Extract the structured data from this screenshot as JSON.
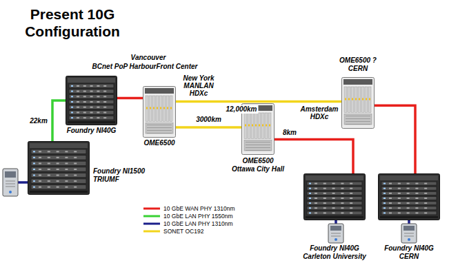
{
  "diagram": {
    "title": "Present 10G Configuration",
    "nodes": [
      {
        "text": [
          "Foundry NI40G"
        ]
      },
      {
        "text": [
          "OME6500"
        ]
      },
      {
        "text": [
          "OME6500 ? CERN"
        ]
      },
      {
        "text": [
          "OME6500 Ottawa City Hall"
        ]
      },
      {
        "text": [
          "Foundry NI1500 TRIUMF"
        ]
      },
      {
        "text": [
          "Foundry NI40G Carleton University"
        ]
      },
      {
        "text": [
          "Foundry NI40G CERN"
        ]
      }
    ],
    "edges": [
      {
        "from": 4,
        "to": 0,
        "arrow": "none",
        "label": "22km"
      },
      {
        "from": 0,
        "to": 1,
        "arrow": "none"
      },
      {
        "from": 1,
        "to": 2,
        "arrow": "none",
        "label": "12,000km"
      },
      {
        "from": 1,
        "to": 3,
        "arrow": "none",
        "label": "3000km"
      },
      {
        "from": 3,
        "to": 5,
        "arrow": "none",
        "label": "8km"
      },
      {
        "from": 2,
        "to": 6,
        "arrow": "none"
      }
    ],
    "labels": [
      "Vancouver",
      "BCnet PoP HarbourFront Center",
      "New York MANLAN HDXc",
      "Amsterdam HDXc"
    ],
    "legend": [
      {
        "text": "10 GbE WAN PHY 1310nm"
      },
      {
        "text": "10 GbE LAN PHY 1550nm"
      },
      {
        "text": "10 GbE LAN PHY 1310nm"
      },
      {
        "text": "SONET OC192"
      }
    ]
  }
}
